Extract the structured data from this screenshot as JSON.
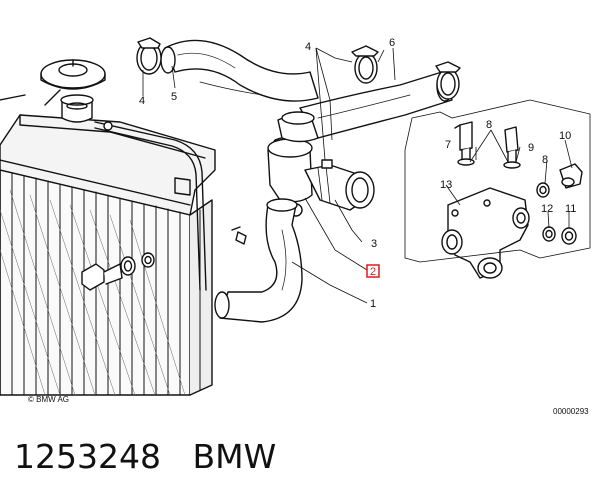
{
  "diagram": {
    "callouts": {
      "c4a": "4",
      "c5": "5",
      "c4b": "4",
      "c6": "6",
      "c7": "7",
      "c8a": "8",
      "c9": "9",
      "c10": "10",
      "c8b": "8",
      "c13": "13",
      "c12": "12",
      "c11": "11",
      "c3": "3",
      "c2": "2",
      "c1": "1"
    },
    "copyright": "© BMW AG",
    "drawing_number": "00000293",
    "highlight_color": "#e01818"
  },
  "caption": {
    "part_number": "1253248",
    "brand": "BMW"
  }
}
